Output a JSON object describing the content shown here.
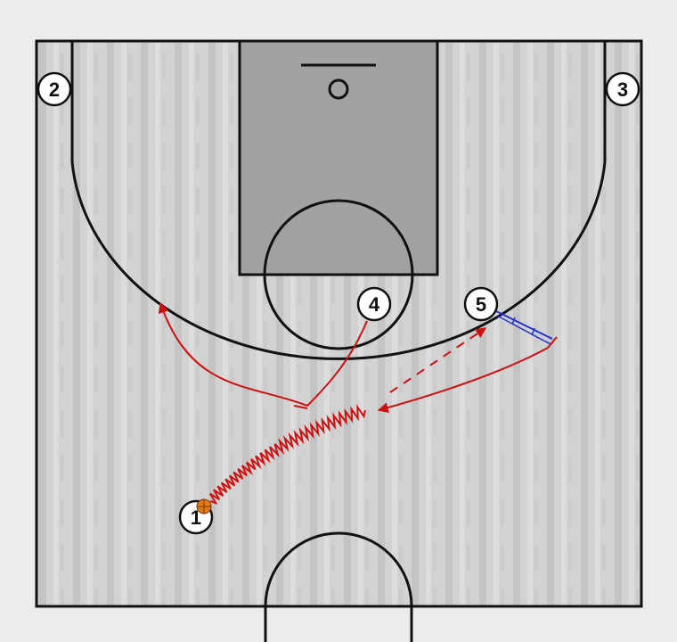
{
  "colors": {
    "court_light": "#d4d4d4",
    "court_stripe": "#c6c6c6",
    "paint": "#9f9f9f",
    "line": "#111111",
    "action": "#cc1111",
    "screen": "#2233cc",
    "ball": "#e07a1a"
  },
  "players": [
    {
      "id": "player-1",
      "label": "1",
      "has_ball": true
    },
    {
      "id": "player-2",
      "label": "2"
    },
    {
      "id": "player-3",
      "label": "3"
    },
    {
      "id": "player-4",
      "label": "4"
    },
    {
      "id": "player-5",
      "label": "5"
    }
  ],
  "actions": [
    {
      "name": "dribble-1",
      "from": "player-1",
      "type": "dribble"
    },
    {
      "name": "cut-4",
      "from": "player-4",
      "type": "cut",
      "ends_with": "arrow"
    },
    {
      "name": "pass-1",
      "type": "pass",
      "ends_with": "arrow"
    },
    {
      "name": "cut-5",
      "from": "player-5",
      "type": "cut",
      "ends_with": "arrow"
    },
    {
      "name": "screen-5",
      "from": "player-5",
      "type": "screen"
    }
  ]
}
